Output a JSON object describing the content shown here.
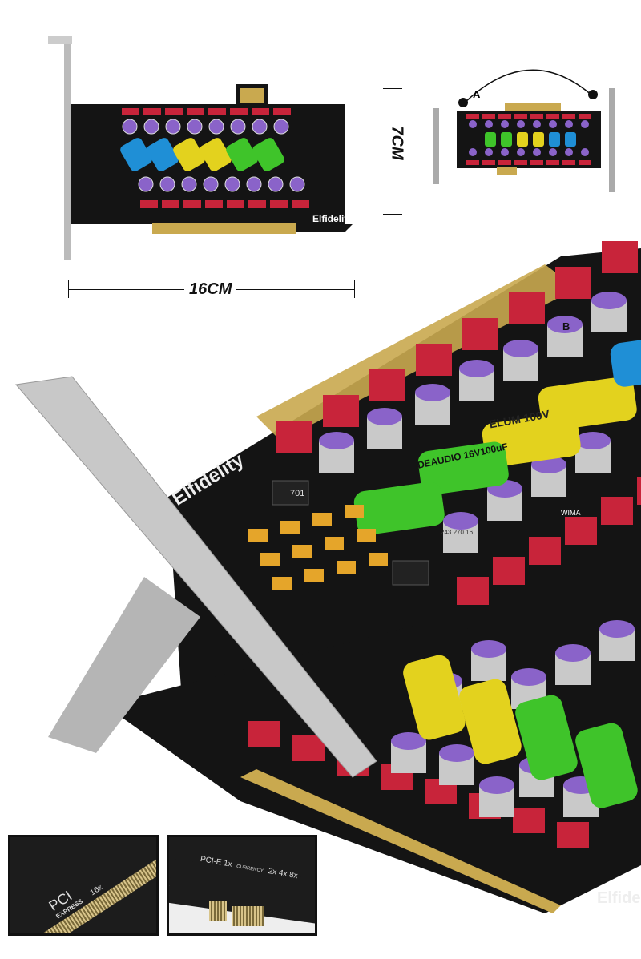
{
  "dimensions": {
    "width_label": "16CM",
    "height_label": "7CM"
  },
  "markers": {
    "a": "A",
    "b": "B"
  },
  "brand": "Elfidelity",
  "components": {
    "regulator_label": "701",
    "film_cap_label": "WIMA",
    "yellow_cap_label": "ELUM 100V",
    "green_cap_label": "DEAUDIO 16V100uF",
    "small_cap_label": "243 270 16"
  },
  "insets": {
    "left": {
      "logo_line1": "PCI",
      "logo_line2": "EXPRESS",
      "lane": "16x"
    },
    "right": {
      "text1": "PCI-E 1x",
      "text2": "CURRENCY",
      "text3": "2x 4x 8x"
    }
  },
  "colors": {
    "pcb": "#141414",
    "gold": "#c9a94f",
    "red_cap": "#c8243a",
    "purple": "#8a63c9",
    "blue": "#1f8fd6",
    "yellow": "#e3d21e",
    "green": "#3fc42a"
  }
}
